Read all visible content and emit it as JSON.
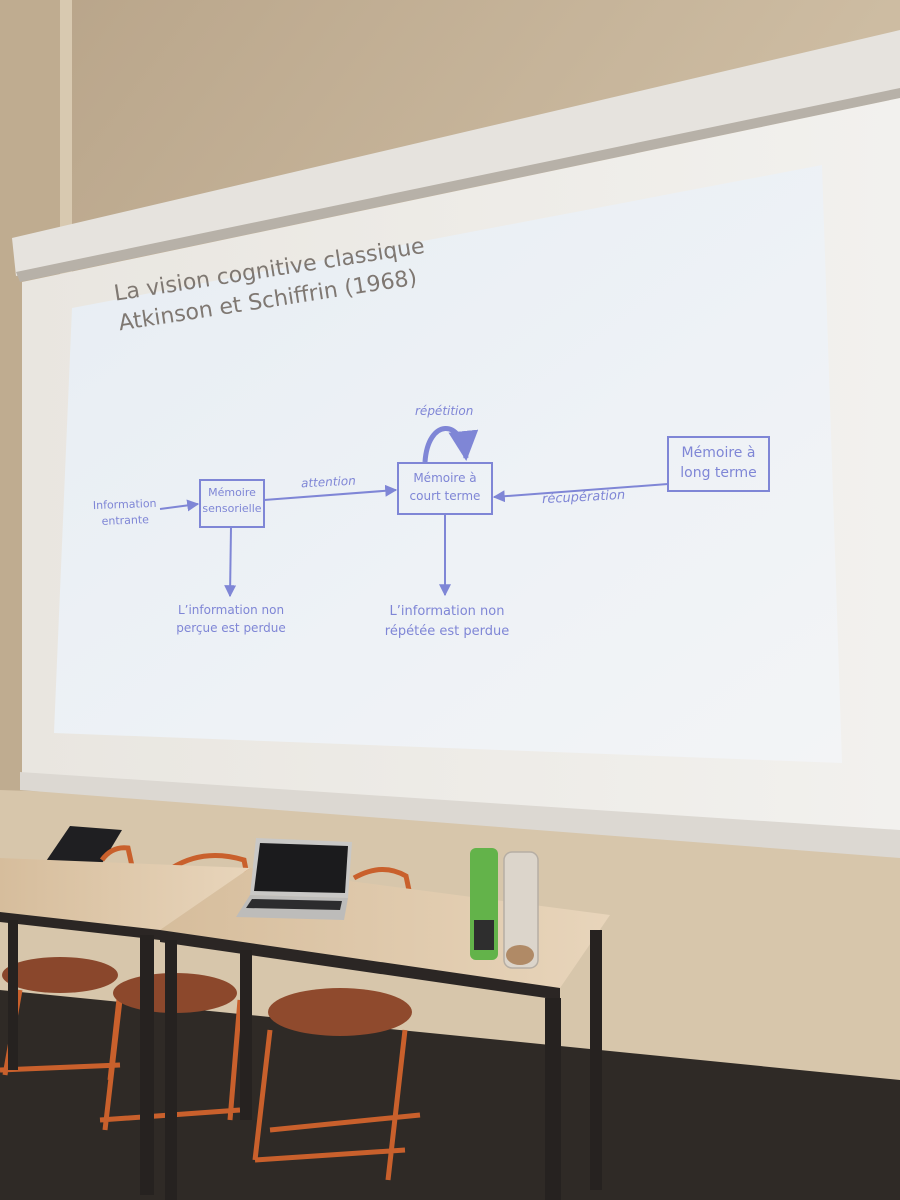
{
  "slide": {
    "title_line1": "La vision cognitive classique",
    "title_line2": "Atkinson et Schiffrin (1968)",
    "input_line1": "Information",
    "input_line2": "entrante",
    "sensory_line1": "Mémoire",
    "sensory_line2": "sensorielle",
    "short_term_line1": "Mémoire à",
    "short_term_line2": "court terme",
    "long_term_line1": "Mémoire à",
    "long_term_line2": "long terme",
    "attention_label": "attention",
    "repetition_label": "répétition",
    "retrieval_label": "récupération",
    "lost_perceived_line1": "L’information non",
    "lost_perceived_line2": "perçue est perdue",
    "lost_repeated_line1": "L’information non",
    "lost_repeated_line2": "répétée est perdue"
  },
  "colors": {
    "wall": "#c8b69c",
    "screen": "#f0efec",
    "projection": "#eef2f6",
    "diagram_blue": "#7f86d6",
    "title_gray": "#7f7872",
    "table_top": "#e2ccae",
    "chair_orange": "#c9602c",
    "floor": "#2f2a26"
  }
}
